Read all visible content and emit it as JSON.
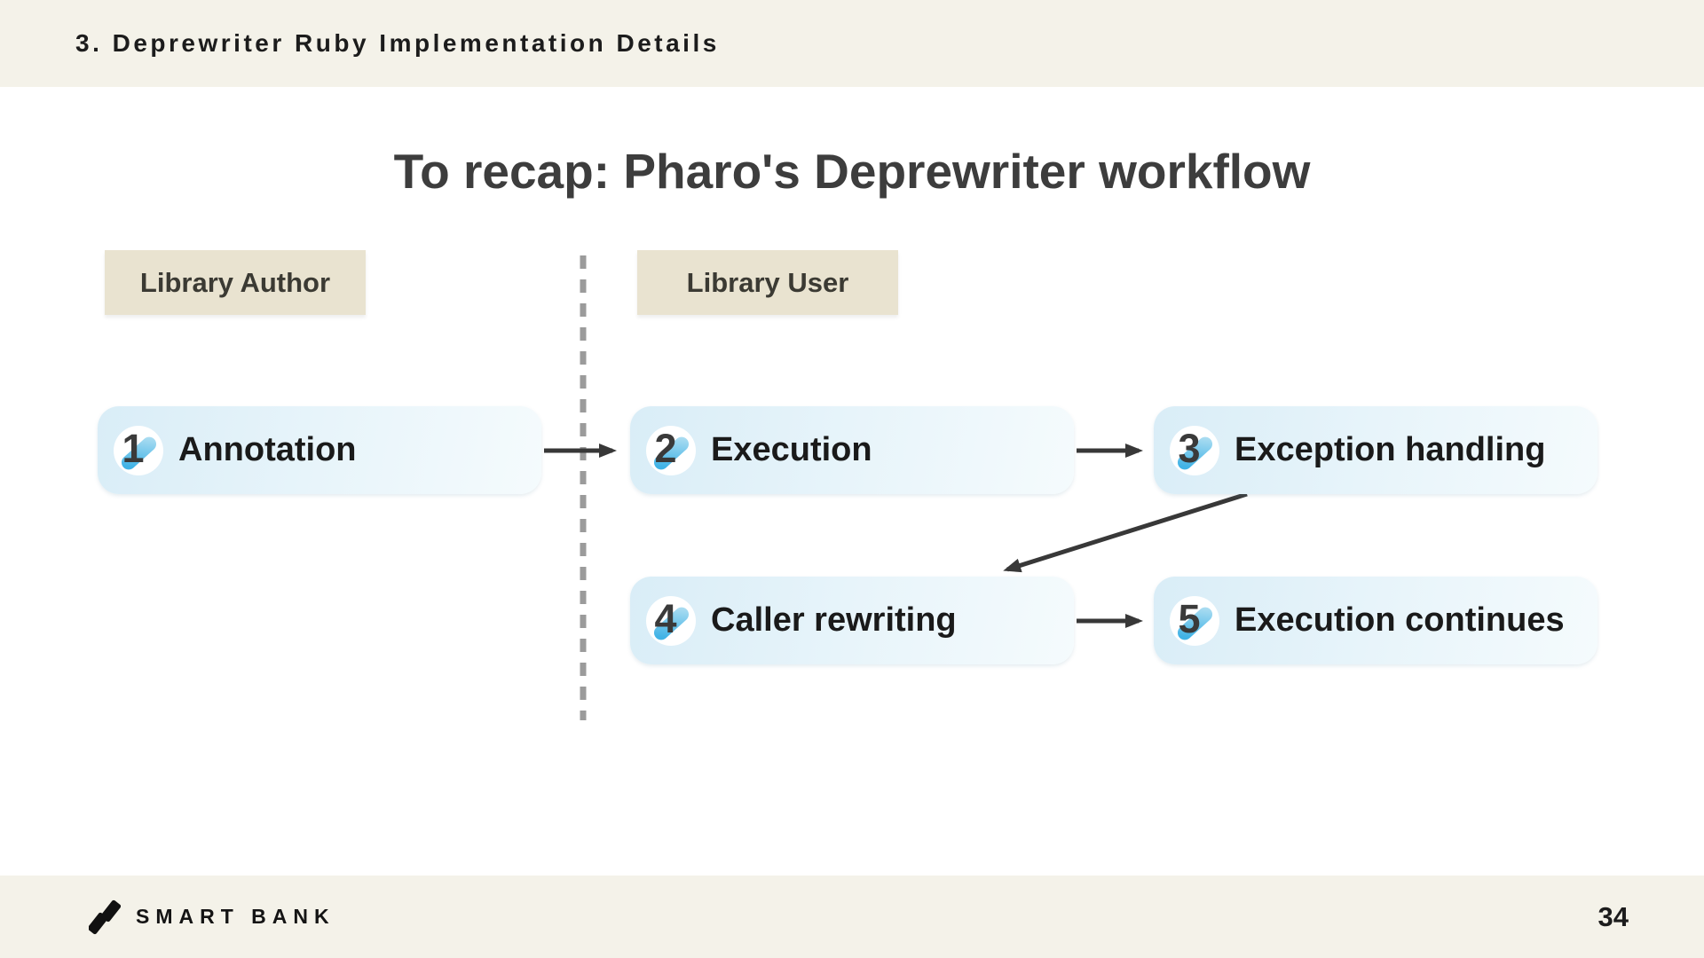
{
  "header": {
    "section_title": "3. Deprewriter Ruby Implementation Details"
  },
  "slide": {
    "title": "To recap: Pharo's Deprewriter workflow"
  },
  "lanes": {
    "author_label": "Library Author",
    "user_label": "Library User"
  },
  "workflow": {
    "steps": [
      {
        "number": "1",
        "label": "Annotation"
      },
      {
        "number": "2",
        "label": "Execution"
      },
      {
        "number": "3",
        "label": "Exception handling"
      },
      {
        "number": "4",
        "label": "Caller rewriting"
      },
      {
        "number": "5",
        "label": "Execution continues"
      }
    ],
    "icons": {
      "step_badge": "check-swoosh-icon",
      "connector": "arrow-right",
      "lane_divider": "vertical-dashed-line"
    }
  },
  "footer": {
    "brand": "SMART BANK",
    "logo_icon": "double-slash-mark",
    "page_number": "34"
  },
  "colors": {
    "band_cream": "#f4f2e9",
    "lane_label_beige": "#e9e3d0",
    "step_box_blue_start": "#d9edf7",
    "step_box_blue_end": "#f5fbfd",
    "swoosh_blue": "#41b3e6",
    "swoosh_blue_light": "#a9dcf1",
    "arrow_dark": "#383838",
    "divider_gray": "#9b9b9b",
    "title_gray": "#3d3d3d",
    "text_dark": "#1a1a1a"
  }
}
